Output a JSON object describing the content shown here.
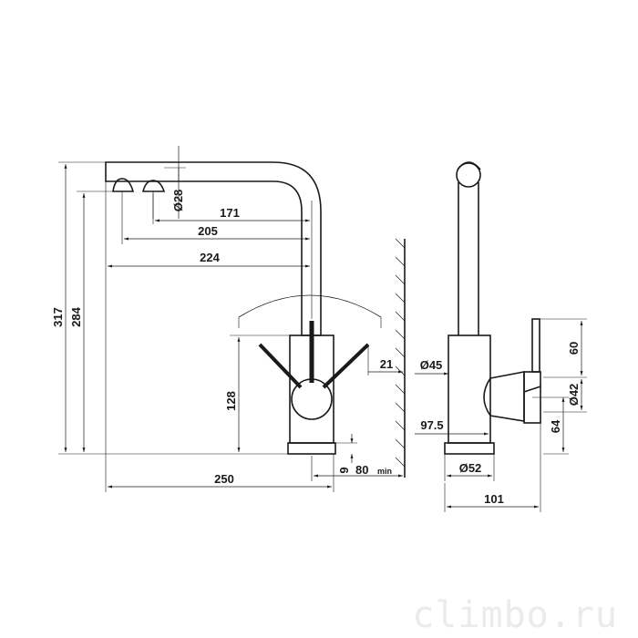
{
  "dimensions": {
    "d317": "317",
    "d284": "284",
    "d28": "Ø28",
    "d171": "171",
    "d205": "205",
    "d224": "224",
    "d128": "128",
    "d21": "21",
    "d250": "250",
    "d9": "9",
    "d80": "80",
    "d80_suffix": "min",
    "d45": "Ø45",
    "d975": "97.5",
    "d52": "Ø52",
    "d101": "101",
    "d60": "60",
    "d42": "Ø42",
    "d64": "64"
  },
  "watermark": "climbo.ru"
}
